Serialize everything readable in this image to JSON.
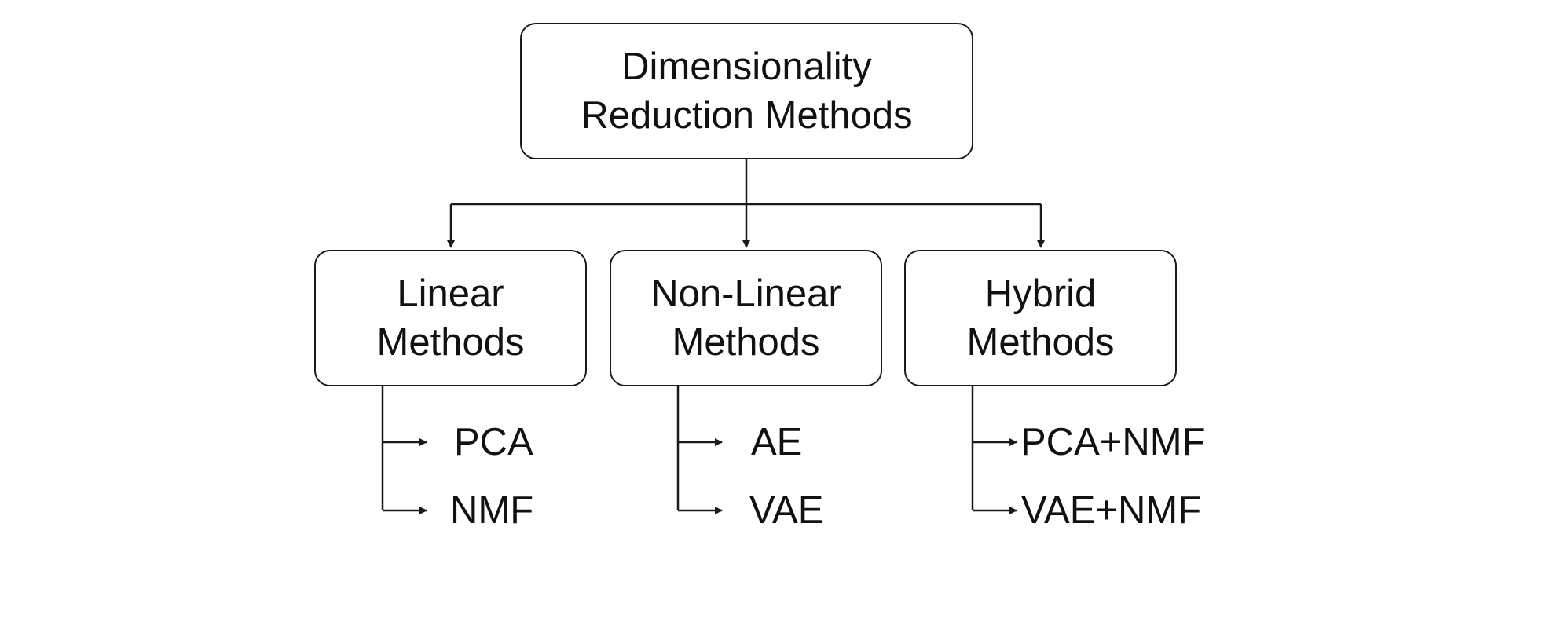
{
  "root": {
    "lines": [
      "Dimensionality",
      "Reduction Methods"
    ]
  },
  "categories": [
    {
      "id": "linear",
      "lines": [
        "Linear",
        "Methods"
      ],
      "children": [
        "PCA",
        "NMF"
      ]
    },
    {
      "id": "nonlinear",
      "lines": [
        "Non-Linear",
        "Methods"
      ],
      "children": [
        "AE",
        "VAE"
      ]
    },
    {
      "id": "hybrid",
      "lines": [
        "Hybrid",
        "Methods"
      ],
      "children": [
        "PCA+NMF",
        "VAE+NMF"
      ]
    }
  ],
  "colors": {
    "stroke": "#1a1a1a",
    "text": "#111111",
    "background": "#ffffff"
  }
}
